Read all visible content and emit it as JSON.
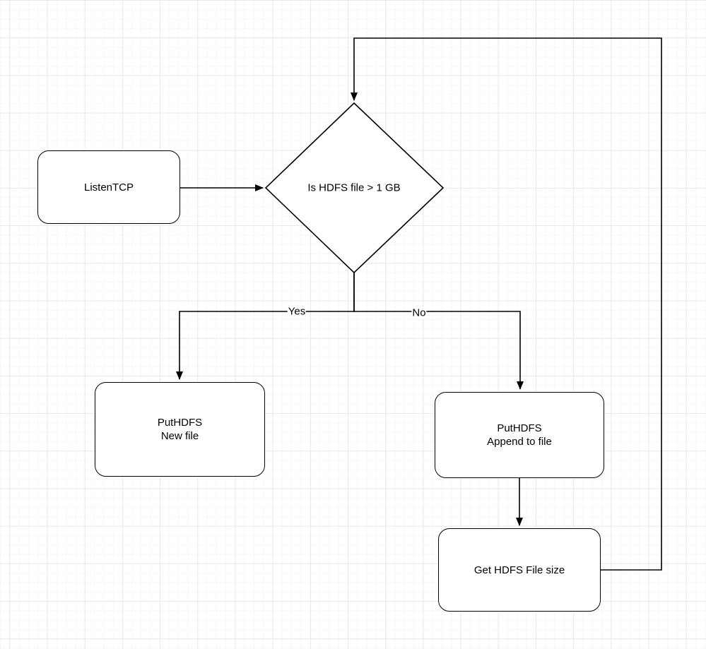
{
  "diagram": {
    "type": "flowchart",
    "nodes": {
      "listen_tcp": {
        "label": "ListenTCP",
        "shape": "rounded-rectangle"
      },
      "decision": {
        "label": "Is HDFS file > 1 GB",
        "shape": "diamond"
      },
      "put_hdfs_new": {
        "lines": [
          "PutHDFS",
          "New file"
        ],
        "shape": "rounded-rectangle"
      },
      "put_hdfs_append": {
        "lines": [
          "PutHDFS",
          "Append to file"
        ],
        "shape": "rounded-rectangle"
      },
      "get_hdfs_size": {
        "label": "Get HDFS File size",
        "shape": "rounded-rectangle"
      }
    },
    "edges": [
      {
        "from": "listen_tcp",
        "to": "decision",
        "label": ""
      },
      {
        "from": "decision",
        "to": "put_hdfs_new",
        "label": "Yes"
      },
      {
        "from": "decision",
        "to": "put_hdfs_append",
        "label": "No"
      },
      {
        "from": "put_hdfs_append",
        "to": "get_hdfs_size",
        "label": ""
      },
      {
        "from": "get_hdfs_size",
        "to": "decision",
        "label": ""
      }
    ],
    "colors": {
      "stroke": "#000000",
      "node_fill": "#ffffff",
      "background": "#ffffff",
      "grid_minor": "#f7f7f7",
      "grid_major": "#e9e9e9"
    }
  }
}
